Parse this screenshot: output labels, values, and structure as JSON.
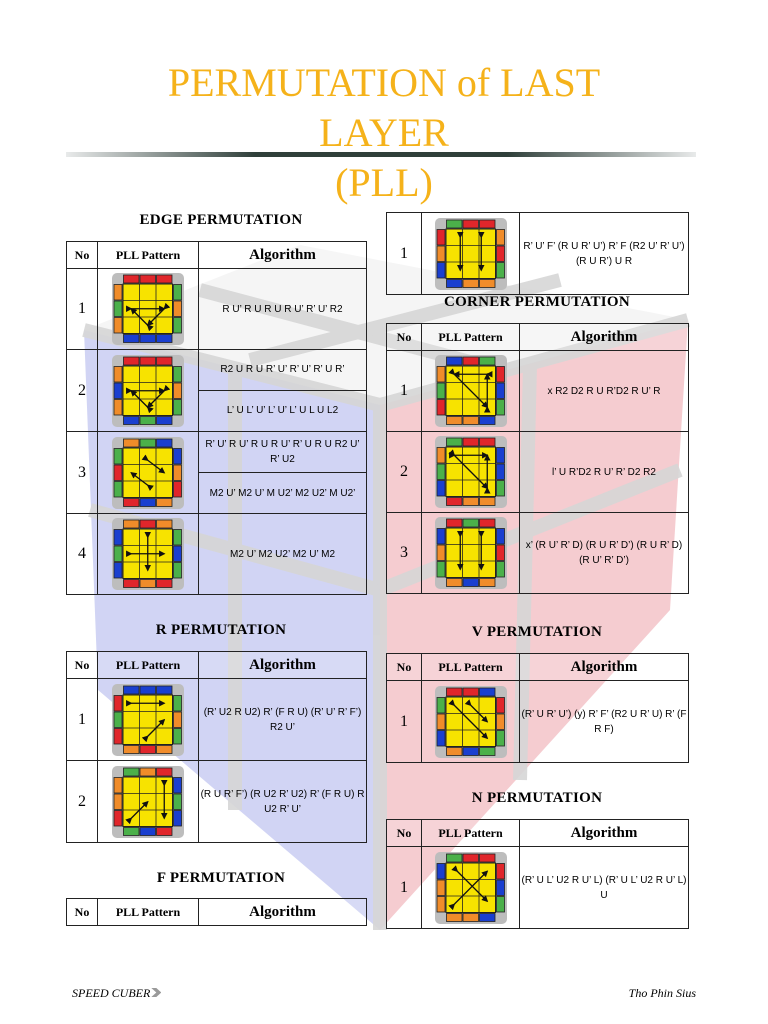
{
  "title": {
    "line1": "PERMUTATION of LAST",
    "line2": "LAYER",
    "line3": "(PLL)"
  },
  "headers": {
    "no": "No",
    "pattern": "PLL Pattern",
    "algorithm": "Algorithm"
  },
  "sections": {
    "edge": {
      "title": "EDGE  PERMUTATION",
      "rows": [
        {
          "no": "1",
          "icon": "edge-3cycle-icon",
          "alg": "R U’ R U R U R U’ R’ U’ R2"
        },
        {
          "no": "2",
          "icon": "edge-3cycle-reverse-icon",
          "alg": "R2 U R U R’ U’ R’ U’ R’ U R’",
          "alg2": "L’ U L’ U’ L’ U’ L’ U L U L2"
        },
        {
          "no": "3",
          "icon": "edge-diagonal-swap-icon",
          "alg": "R’ U’ R U’ R U R U’ R’ U R U R2 U’ R’ U2",
          "alg2": "M2 U’ M2 U’ M U2’ M2 U2’ M U2’"
        },
        {
          "no": "4",
          "icon": "edge-cross-swap-icon",
          "alg": "M2 U’ M2 U2’ M2 U’ M2"
        }
      ]
    },
    "top": {
      "rows": [
        {
          "no": "1",
          "icon": "double-vertical-swap-icon",
          "alg": "R’ U’ F’ (R U R’ U’) R’ F (R2 U’ R’ U’) (R U R’) U R"
        }
      ]
    },
    "corner": {
      "title": "CORNER  PERMUTATION",
      "rows": [
        {
          "no": "1",
          "icon": "corner-3cycle-icon",
          "alg": "x R2 D2 R U R’D2 R U’ R"
        },
        {
          "no": "2",
          "icon": "corner-3cycle-reverse-icon",
          "alg": "l’ U R’D2 R U’ R’ D2 R2"
        },
        {
          "no": "3",
          "icon": "corner-double-swap-icon",
          "alg": "x’ (R U’ R’ D) (R U R’ D’) (R U R’ D) (R U’ R’ D’)"
        }
      ]
    },
    "r": {
      "title": "R  PERMUTATION",
      "rows": [
        {
          "no": "1",
          "icon": "r-perm-a-icon",
          "alg": "(R’ U2 R U2) R’ (F R U) (R’ U’ R’ F’) R2 U’"
        },
        {
          "no": "2",
          "icon": "r-perm-b-icon",
          "alg": "(R U R’ F’) (R U2 R’ U2) R’ (F R U) R U2 R’ U’"
        }
      ]
    },
    "v": {
      "title": "V  PERMUTATION",
      "rows": [
        {
          "no": "1",
          "icon": "v-perm-icon",
          "alg": "(R’ U R’ U’) (y) R’ F’ (R2 U R’ U) R’ (F R F)"
        }
      ]
    },
    "n": {
      "title": "N  PERMUTATION",
      "rows": [
        {
          "no": "1",
          "icon": "n-perm-icon",
          "alg": "(R’ U L’ U2 R U’ L) (R’ U L’ U2 R U’ L) U"
        }
      ]
    },
    "f": {
      "title": "F  PERMUTATION"
    }
  },
  "footer": {
    "left": "SPEED CUBER",
    "right": "Tho Phin Sius"
  },
  "colors": {
    "title": "#f5b21a",
    "sticker_top": "#f7e300",
    "red": "#e0262b",
    "orange": "#f08c2a",
    "green": "#4bb04a",
    "blue": "#1a3fcf",
    "cube_left": "#c9cdf2",
    "cube_right": "#f4c6cb"
  }
}
